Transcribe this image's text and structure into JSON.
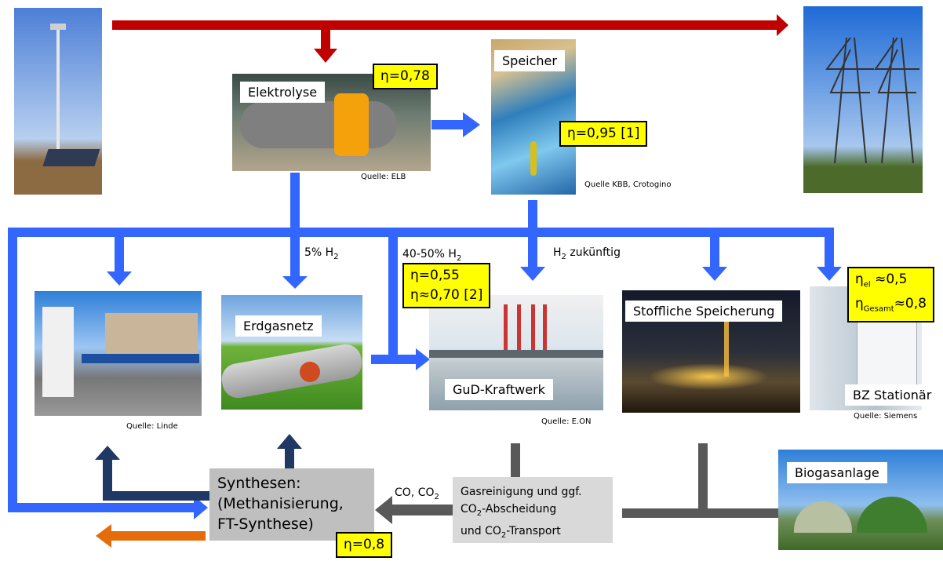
{
  "labels": {
    "elektrolyse": "Elektrolyse",
    "speicher": "Speicher",
    "erdgasnetz": "Erdgasnetz",
    "gud": "GuD-Kraftwerk",
    "stoffliche": "Stoffliche Speicherung",
    "bz": "BZ Stationär",
    "biogas": "Biogasanlage"
  },
  "efficiencies": {
    "elektrolyse": "η=0,78",
    "speicher": "η=0,95 [1]",
    "gud_line1": "η=0,55",
    "gud_line2": "η≈0,70 [2]",
    "bz_el_symbol": "η",
    "bz_el_sub": "el",
    "bz_el_value": " ≈0,5",
    "bz_ges_symbol": "η",
    "bz_ges_sub": "Gesamt",
    "bz_ges_value": "≈0,8",
    "synthesen": "η=0,8"
  },
  "sources": {
    "elb": "Quelle: ELB",
    "kbb": "Quelle KBB, Crotogino",
    "linde": "Quelle: Linde",
    "eon": "Quelle: E.ON",
    "siemens": "Quelle: Siemens"
  },
  "flows": {
    "h2_5_prefix": "5% H",
    "h2_5_sub": "2",
    "h2_40_prefix": "40-50% H",
    "h2_40_sub": "2",
    "h2_future_prefix": "H",
    "h2_future_sub": "2",
    "h2_future_suffix": " zukünftig",
    "co_prefix": "CO, CO",
    "co_sub": "2"
  },
  "synthesen": {
    "line1": "Synthesen:",
    "line2": "(Methanisierung,",
    "line3": "FT-Synthese)"
  },
  "gasreinigung": {
    "line1": "Gasreinigung und ggf.",
    "line2_prefix": "CO",
    "line2_sub": "2",
    "line2_suffix": "-Abscheidung",
    "line3_prefix": "und CO",
    "line3_sub": "2",
    "line3_suffix": "-Transport"
  },
  "icons": [
    "wind-mast-solar-icon",
    "power-pylon-icon",
    "electrolyzer-photo",
    "cavern-storage-photo",
    "hydrogen-station-photo",
    "gas-pipeline-photo",
    "gas-power-plant-photo",
    "chemical-plant-photo",
    "fuel-cell-photo",
    "biogas-plant-photo"
  ],
  "colors": {
    "red": "#c00000",
    "blue": "#3366ff",
    "navy": "#1f3864",
    "gray": "#595959",
    "orange": "#e46c0a",
    "highlight": "#ffff00"
  }
}
